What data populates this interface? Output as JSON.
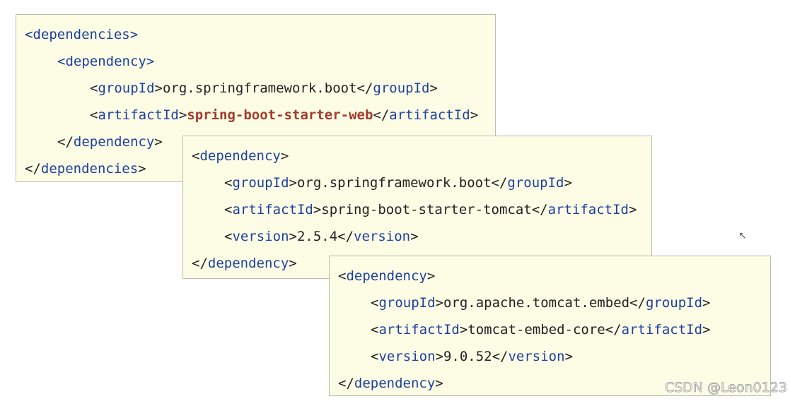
{
  "boxes": [
    {
      "lines": [
        {
          "indent": 0,
          "parts": [
            {
              "k": "t",
              "v": "<dependencies>"
            }
          ]
        },
        {
          "indent": 1,
          "parts": [
            {
              "k": "t",
              "v": "<dependency>"
            }
          ]
        },
        {
          "indent": 2,
          "parts": [
            {
              "k": "p",
              "v": "<"
            },
            {
              "k": "t",
              "v": "groupId"
            },
            {
              "k": "p",
              "v": ">org.springframework.boot</"
            },
            {
              "k": "t",
              "v": "groupId"
            },
            {
              "k": "p",
              "v": ">"
            }
          ]
        },
        {
          "indent": 2,
          "parts": [
            {
              "k": "p",
              "v": "<"
            },
            {
              "k": "t",
              "v": "artifactId"
            },
            {
              "k": "p",
              "v": ">"
            },
            {
              "k": "b",
              "v": "spring-boot-starter-web"
            },
            {
              "k": "p",
              "v": "</"
            },
            {
              "k": "t",
              "v": "artifactId"
            },
            {
              "k": "p",
              "v": ">"
            }
          ]
        },
        {
          "indent": 1,
          "parts": [
            {
              "k": "p",
              "v": "</"
            },
            {
              "k": "t",
              "v": "dependency"
            },
            {
              "k": "p",
              "v": ">"
            }
          ]
        },
        {
          "indent": 0,
          "parts": [
            {
              "k": "p",
              "v": "</"
            },
            {
              "k": "t",
              "v": "dependencies"
            },
            {
              "k": "p",
              "v": ">"
            }
          ]
        }
      ]
    },
    {
      "lines": [
        {
          "indent": 0,
          "parts": [
            {
              "k": "p",
              "v": "<"
            },
            {
              "k": "t",
              "v": "dependency"
            },
            {
              "k": "p",
              "v": ">"
            }
          ]
        },
        {
          "indent": 1,
          "parts": [
            {
              "k": "p",
              "v": "<"
            },
            {
              "k": "t",
              "v": "groupId"
            },
            {
              "k": "p",
              "v": ">org.springframework.boot</"
            },
            {
              "k": "t",
              "v": "groupId"
            },
            {
              "k": "p",
              "v": ">"
            }
          ]
        },
        {
          "indent": 1,
          "parts": [
            {
              "k": "p",
              "v": "<"
            },
            {
              "k": "t",
              "v": "artifactId"
            },
            {
              "k": "p",
              "v": ">spring-boot-starter-tomcat</"
            },
            {
              "k": "t",
              "v": "artifactId"
            },
            {
              "k": "p",
              "v": ">"
            }
          ]
        },
        {
          "indent": 1,
          "parts": [
            {
              "k": "p",
              "v": "<"
            },
            {
              "k": "t",
              "v": "version"
            },
            {
              "k": "p",
              "v": ">2.5.4</"
            },
            {
              "k": "t",
              "v": "version"
            },
            {
              "k": "p",
              "v": ">"
            }
          ]
        },
        {
          "indent": 0,
          "parts": [
            {
              "k": "p",
              "v": "</"
            },
            {
              "k": "t",
              "v": "dependency"
            },
            {
              "k": "p",
              "v": ">"
            }
          ]
        }
      ]
    },
    {
      "lines": [
        {
          "indent": 0,
          "parts": [
            {
              "k": "p",
              "v": "<"
            },
            {
              "k": "t",
              "v": "dependency"
            },
            {
              "k": "p",
              "v": ">"
            }
          ]
        },
        {
          "indent": 1,
          "parts": [
            {
              "k": "p",
              "v": "<"
            },
            {
              "k": "t",
              "v": "groupId"
            },
            {
              "k": "p",
              "v": ">org.apache.tomcat.embed</"
            },
            {
              "k": "t",
              "v": "groupId"
            },
            {
              "k": "p",
              "v": ">"
            }
          ]
        },
        {
          "indent": 1,
          "parts": [
            {
              "k": "p",
              "v": "<"
            },
            {
              "k": "t",
              "v": "artifactId"
            },
            {
              "k": "p",
              "v": ">tomcat-embed-core</"
            },
            {
              "k": "t",
              "v": "artifactId"
            },
            {
              "k": "p",
              "v": ">"
            }
          ]
        },
        {
          "indent": 1,
          "parts": [
            {
              "k": "p",
              "v": "<"
            },
            {
              "k": "t",
              "v": "version"
            },
            {
              "k": "p",
              "v": ">9.0.52</"
            },
            {
              "k": "t",
              "v": "version"
            },
            {
              "k": "p",
              "v": ">"
            }
          ]
        },
        {
          "indent": 0,
          "parts": [
            {
              "k": "p",
              "v": "</"
            },
            {
              "k": "t",
              "v": "dependency"
            },
            {
              "k": "p",
              "v": ">"
            }
          ]
        }
      ]
    }
  ],
  "watermark": "CSDN @Leon0123",
  "colors": {
    "tag": "#1c3f9e",
    "highlight": "#a33b2c",
    "box_bg": "#fdfde6"
  },
  "cursor_icon": "mouse-pointer-icon"
}
